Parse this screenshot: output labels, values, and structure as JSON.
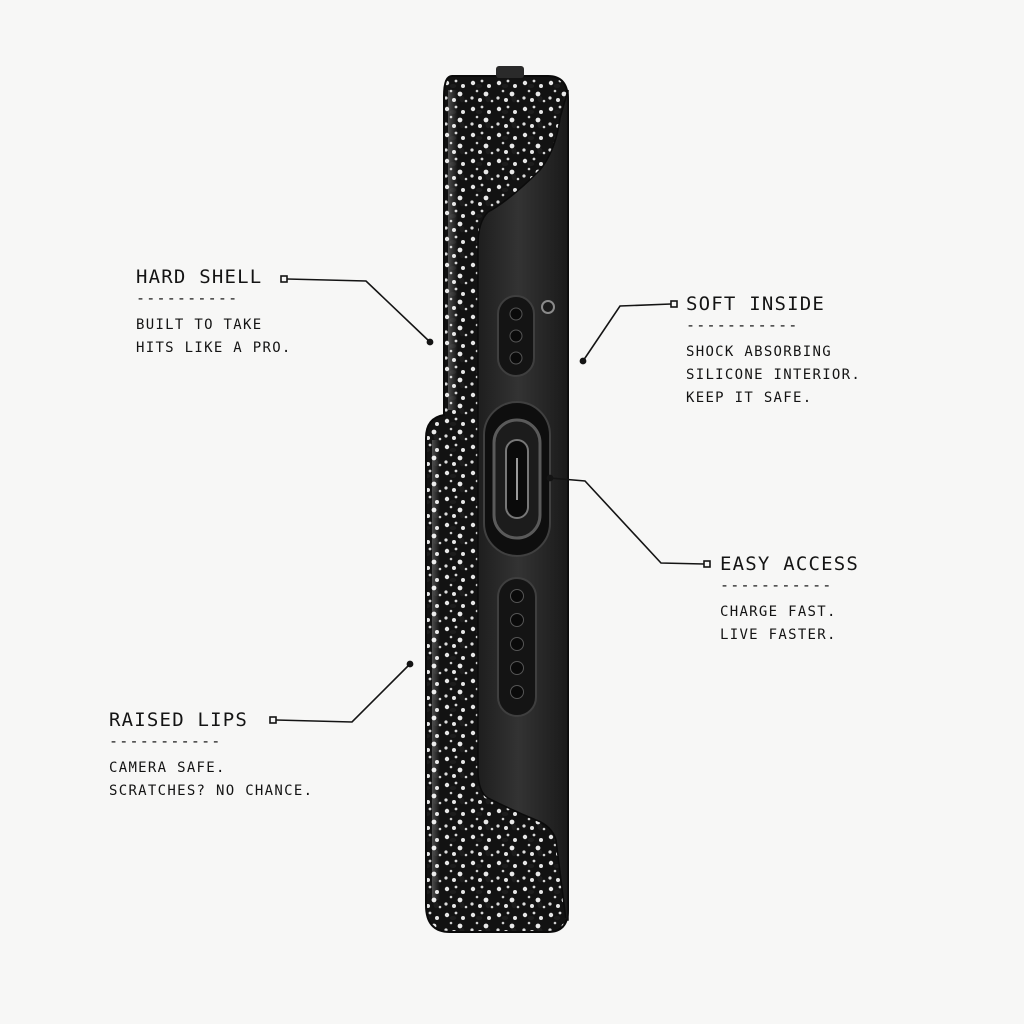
{
  "colors": {
    "background": "#f7f7f6",
    "text": "#141414",
    "shell": "#111111",
    "bumper": "#2b2b2b",
    "lace": "#e8e8e8"
  },
  "callouts": {
    "hard_shell": {
      "title": "HARD SHELL",
      "dash": "----------",
      "lines": [
        "BUILT TO TAKE",
        "HITS LIKE A PRO."
      ]
    },
    "soft_inside": {
      "title": "SOFT INSIDE",
      "dash": "-----------",
      "lines": [
        "SHOCK ABSORBING",
        "SILICONE INTERIOR.",
        "KEEP IT SAFE."
      ]
    },
    "easy_access": {
      "title": "EASY ACCESS",
      "dash": "-----------",
      "lines": [
        "CHARGE FAST.",
        "LIVE FASTER."
      ]
    },
    "raised_lips": {
      "title": "RAISED LIPS",
      "dash": "-----------",
      "lines": [
        "CAMERA SAFE.",
        "SCRATCHES? NO CHANCE."
      ]
    }
  }
}
